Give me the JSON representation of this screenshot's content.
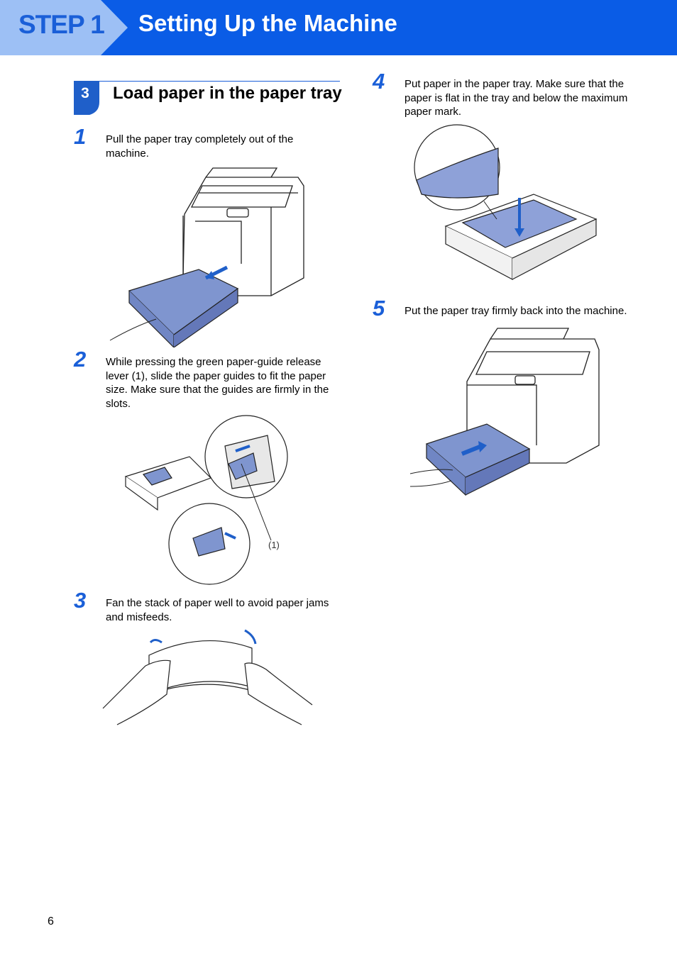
{
  "header": {
    "step_label": "STEP 1",
    "title": "Setting Up the Machine",
    "colors": {
      "bar": "#0a5ce6",
      "badge": "#9dc0f5",
      "accent": "#1a5fd8"
    }
  },
  "section": {
    "number": "3",
    "title": "Load paper in the paper tray"
  },
  "steps": [
    {
      "num": "1",
      "text": "Pull the paper tray completely out of the machine."
    },
    {
      "num": "2",
      "text": "While pressing the green paper-guide release lever (1), slide the paper guides to fit the paper size. Make sure that the guides are firmly in the slots."
    },
    {
      "num": "3",
      "text": "Fan the stack of paper well to avoid paper jams and misfeeds."
    },
    {
      "num": "4",
      "text": "Put paper in the paper tray. Make sure that the paper is flat in the tray and below the maximum paper mark."
    },
    {
      "num": "5",
      "text": "Put the paper tray firmly back into the machine."
    }
  ],
  "callout_label": "(1)",
  "page_number": "6"
}
